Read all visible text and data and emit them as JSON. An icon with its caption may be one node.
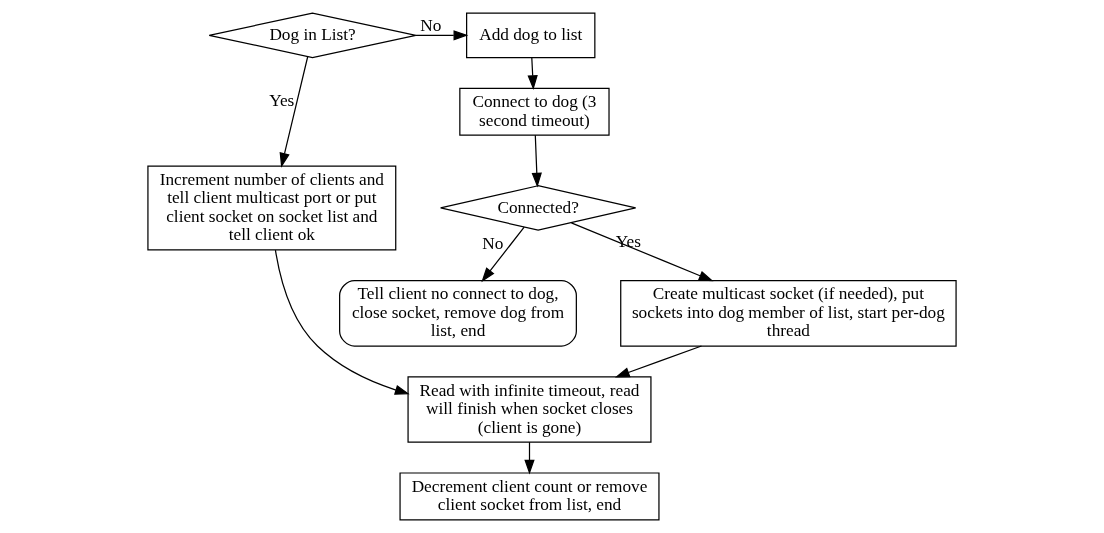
{
  "diagram": {
    "nodes": [
      {
        "text": [
          "Dog in List?"
        ]
      },
      {
        "text": [
          "Add dog to list"
        ]
      },
      {
        "text": [
          "Tell client no connect to dog, close socket, remove dog from list, end"
        ]
      },
      {
        "text": [
          "Increment number of clients and tell client multicast port or put client socket on socket list and tell client ok"
        ]
      },
      {
        "text": [
          "Connect to dog (3 second timeout)"
        ]
      },
      {
        "text": [
          "Connected?"
        ]
      },
      {
        "text": [
          "Read with infinite timeout, read will finish when socket closes (client is gone)"
        ]
      },
      {
        "text": [
          "Create multicast socket (if needed), put sockets into dog member of list, start per-dog thread"
        ]
      },
      {
        "text": [
          "Decrement client count or remove client socket from list, end"
        ]
      }
    ],
    "edges": [
      {
        "from": 0,
        "to": 1,
        "arrow": "to",
        "label": "No"
      },
      {
        "from": 0,
        "to": 3,
        "arrow": "to",
        "label": "Yes"
      },
      {
        "from": 1,
        "to": 4,
        "arrow": "to"
      },
      {
        "from": 5,
        "to": 2,
        "arrow": "to",
        "label": "No"
      },
      {
        "from": 4,
        "to": 5,
        "arrow": "to"
      },
      {
        "from": 5,
        "to": 7,
        "arrow": "to",
        "label": "Yes"
      },
      {
        "from": 3,
        "to": 6,
        "arrow": "to"
      },
      {
        "from": 7,
        "to": 6,
        "arrow": "to"
      },
      {
        "from": 6,
        "to": 8,
        "arrow": "to"
      }
    ]
  }
}
